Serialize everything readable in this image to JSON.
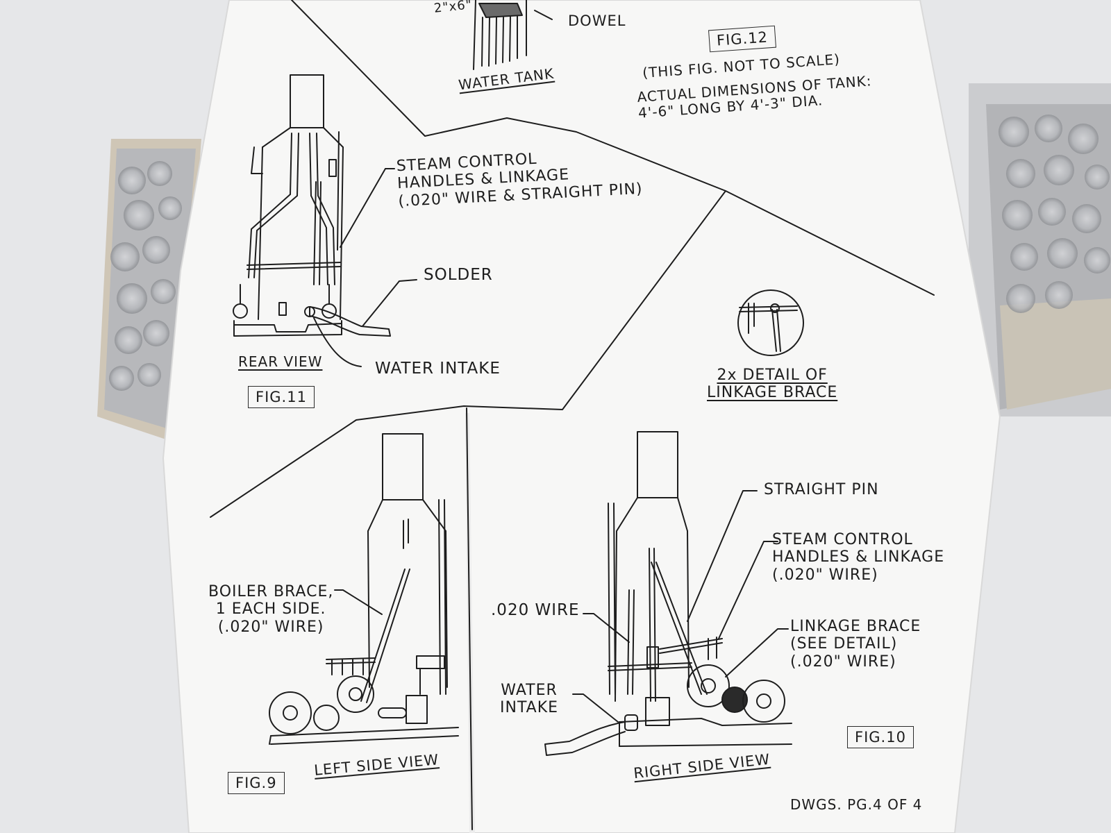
{
  "top_fragment": "2\"x6\"",
  "fig12": {
    "dowel_label": "DOWEL",
    "water_tank_label": "WATER TANK",
    "fig_label": "FIG.12",
    "note": "(THIS FIG. NOT TO SCALE)",
    "dimensions": "ACTUAL DIMENSIONS OF TANK:\n4'-6\" LONG BY 4'-3\" DIA."
  },
  "fig11": {
    "steam_control_label": "STEAM CONTROL\nHANDLES & LINKAGE\n(.020\" WIRE & STRAIGHT PIN)",
    "solder_label": "SOLDER",
    "view_label": "REAR VIEW",
    "water_intake_label": "WATER INTAKE",
    "fig_label": "FIG.11"
  },
  "detail": {
    "label": "2x DETAIL OF\nLINKAGE BRACE"
  },
  "fig9": {
    "boiler_brace_label": "BOILER BRACE,\n1 EACH SIDE.\n(.020\" WIRE)",
    "view_label": "LEFT SIDE VIEW",
    "fig_label": "FIG.9"
  },
  "fig10": {
    "straight_pin_label": "STRAIGHT PIN",
    "steam_control_label": "STEAM CONTROL\nHANDLES & LINKAGE\n(.020\" WIRE)",
    "wire_label": ".020 WIRE",
    "linkage_brace_label": "LINKAGE BRACE\n(SEE DETAIL)\n(.020\" WIRE)",
    "water_intake_label": "WATER\nINTAKE",
    "view_label": "RIGHT SIDE VIEW",
    "fig_label": "FIG.10"
  },
  "footer": "DWGS. PG.4 OF 4",
  "colors": {
    "paper": "#f7f7f6",
    "ink": "#1d1d1d",
    "background": "#e6e7e9",
    "box_edge": "#c9c0b0"
  }
}
